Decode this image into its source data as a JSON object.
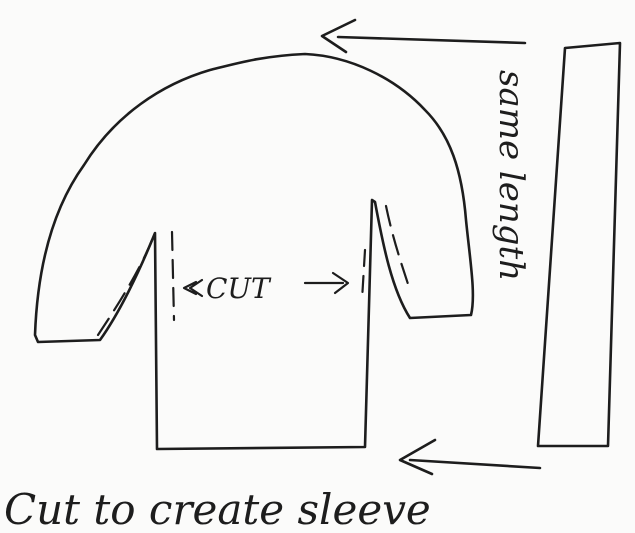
{
  "labels": {
    "cut": "CUT",
    "same_length": "same length",
    "caption": "Cut to create sleeve"
  }
}
